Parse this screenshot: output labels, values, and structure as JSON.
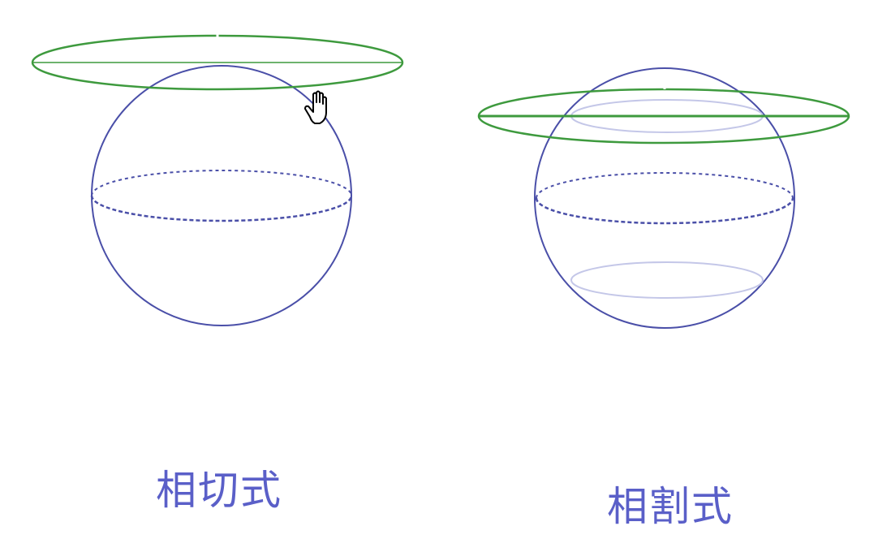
{
  "panels": [
    {
      "id": "tangent",
      "label": "相切式"
    },
    {
      "id": "secant",
      "label": "相割式"
    }
  ],
  "colors": {
    "sphere": "#4a4fa8",
    "plane": "#3e9a3e",
    "faint": "#c4c7e8",
    "caption": "#5a5fc8"
  },
  "icons": {
    "cursor": "hand-pointer-icon"
  }
}
